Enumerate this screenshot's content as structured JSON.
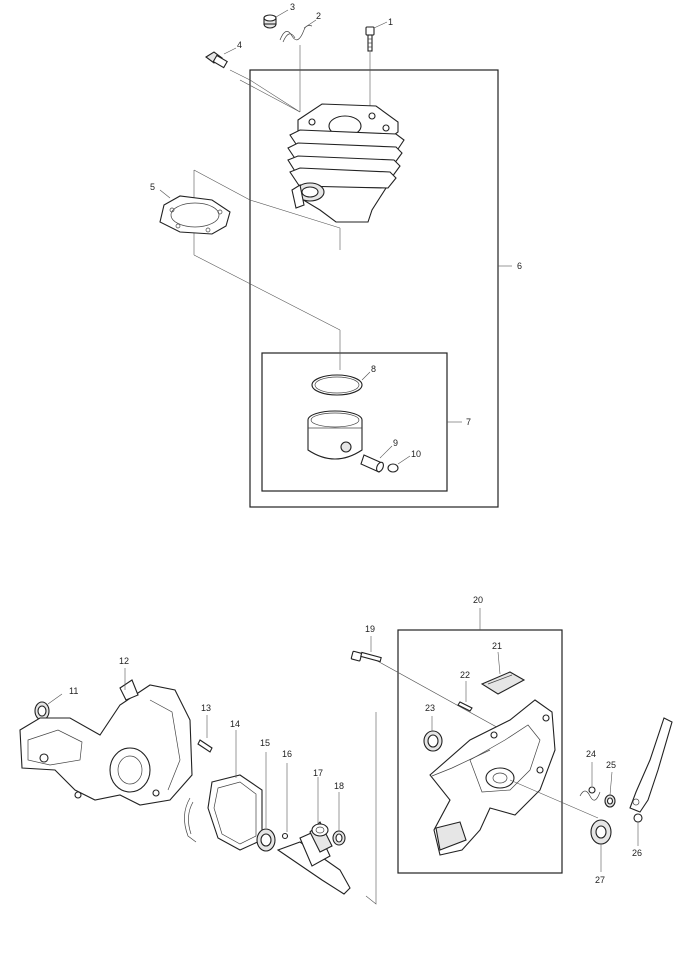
{
  "diagram": {
    "labels": {
      "p1": "1",
      "p2": "2",
      "p3": "3",
      "p4": "4",
      "p5": "5",
      "p6": "6",
      "p7": "7",
      "p8": "8",
      "p9": "9",
      "p10": "10",
      "p11": "11",
      "p12": "12",
      "p13": "13",
      "p14": "14",
      "p15": "15",
      "p16": "16",
      "p17": "17",
      "p18": "18",
      "p19": "19",
      "p20": "20",
      "p21": "21",
      "p22": "22",
      "p23": "23",
      "p24": "24",
      "p25": "25",
      "p26": "26",
      "p27": "27"
    }
  }
}
